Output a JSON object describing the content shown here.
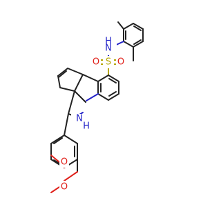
{
  "colors": {
    "background": "#ffffff",
    "carbon_bond": "#222222",
    "nitrogen": "#2323c8",
    "oxygen": "#e0201a",
    "sulfur": "#b5a600"
  },
  "atoms": {
    "sulfonamide_nitrogen": {
      "element": "N",
      "label": "N",
      "h_label": "H"
    },
    "sulfur": {
      "element": "S",
      "label": "S"
    },
    "sulfonyl_oxygen_left": {
      "element": "O",
      "label": "O"
    },
    "sulfonyl_oxygen_right": {
      "element": "O",
      "label": "O"
    },
    "ring_nitrogen": {
      "element": "N",
      "label": "N",
      "h_label": "H"
    },
    "methoxy_oxygen_upper": {
      "element": "O",
      "label": "O"
    },
    "methoxy_oxygen_lower": {
      "element": "O",
      "label": "O"
    }
  }
}
